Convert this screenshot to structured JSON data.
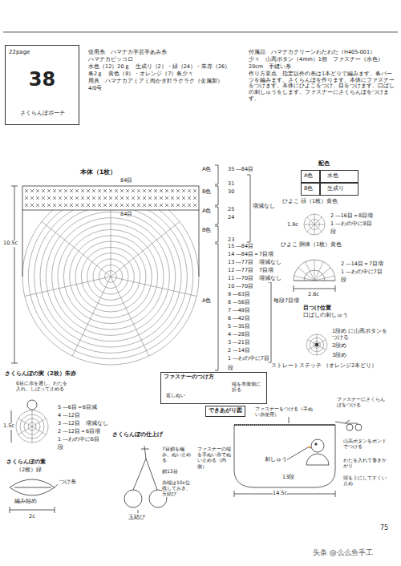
{
  "diagram": {
    "nodes": [
      {
        "text": [
          "22page",
          "38",
          "さくらんぼポーチ"
        ]
      },
      {
        "text": [
          "配色"
        ]
      },
      {
        "text": [
          "A色"
        ],
        "in": 1
      },
      {
        "text": [
          "水色"
        ],
        "in": 1
      },
      {
        "text": [
          "B色"
        ],
        "in": 1
      },
      {
        "text": [
          "生成り"
        ],
        "in": 1
      },
      {
        "text": [
          "ファスナーのつけ方",
          "返しぬい",
          "端を本体側に折る"
        ]
      },
      {
        "text": [
          "できあがり図"
        ]
      }
    ],
    "labels": [
      "使用糸　ハマナカ手芸手あみ糸",
      "ハマナカピッコロ",
      "水色（12）20ｇ　生成り（2）・緑（24）・朱赤（26）",
      "各2ｇ　黄色（8）・オレンジ（7）各少々",
      "用具　ハマナカアミアミ両かぎ針ラクラク（金属製）",
      "4/0号",
      "付属品　ハマナカクリーンわたわた（H405-001）",
      "少々　山高ボタン（4mm）1個　ファスナー（水色）",
      "20cm　手縫い糸",
      "作り方要点　指定以外の糸は1本どりで編みます。各パーツを編みます。さくらんぼを作ります。本体にファスナーをつけます。本体にひよこをつけ、目をつけます。口ばしの刺しゅうをします。ファスナーにさくらんぼをつけます。",
      "本体（1枚）",
      "84目",
      "84目",
      "10.5c",
      "A色",
      "B色",
      "A色",
      "B色",
      "A色",
      "35 ―84目",
      "31",
      "30",
      "25",
      "24",
      "23",
      "15 ―84目",
      "14 ―84目＝7目増",
      "13 ―77目　増減なし",
      "12 ―77目　7目増",
      "11 ―70目　増減なし",
      "10 ―70目",
      "9 ―63目",
      "8 ―56目",
      "7 ―49目",
      "6 ―42目",
      "5 ―35目",
      "4 ―28目",
      "3 ―21目",
      "2 ―14目",
      "1 ―わの中に7目",
      "段",
      "増減なし",
      "毎段7目増",
      "ひよこ 頭（1枚）黄色",
      "1.9c",
      "2 ―16目＝8目増",
      "1 ―わの中に8目",
      "段",
      "ひよこ 胴体（1枚）黄色",
      "2 ―14目＝7目増",
      "1 ―わの中に7目",
      "段",
      "2.6c",
      "目つけ位置",
      "口ばしの刺しゅう",
      "1段め に山高ボタンをつける",
      "2段め",
      "3段め",
      "ストレートステッチ （オレンジ2本どり）",
      "さくらんぼの実（2枚）朱赤",
      "6目に糸を通し、わたを入れ、しぼって止める",
      "1.5c",
      "5 ―6目＝6目減",
      "4 ―12目",
      "3 ―12目　増減なし",
      "2 ―12目＝6目増",
      "1 ―わの中に6目",
      "段",
      "さくらんぼの葉",
      "（2枚）緑",
      "つけ糸",
      "編み始め",
      "2c",
      "さくらんぼの仕上げ",
      "7目鎖を編み、ぬい止める",
      "鎖13目",
      "糸端は10c位残しておき、玉結び",
      "玉結び",
      "ファスナーをつける（手ぬい糸使用）",
      "ファスナーにさくらんぼをつける",
      "山高ボタンをボンドでつける",
      "わたを入れて巻きかがり",
      "頭を上にしてすくい止め",
      "ファスナーの端を手ぬい糸でぬい止める（内側）",
      "刺しゅう",
      "13段",
      "14.5c",
      "75",
      "头条 @么么鱼手工"
    ]
  }
}
